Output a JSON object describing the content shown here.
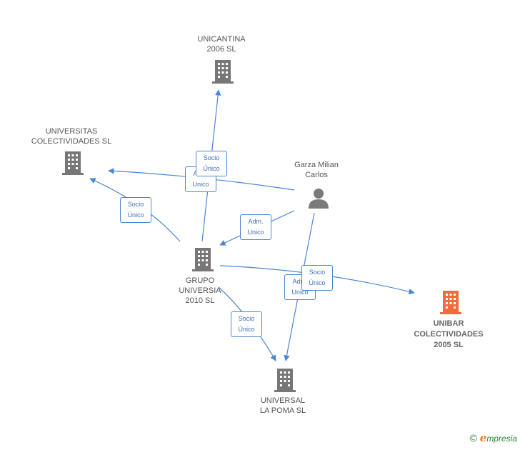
{
  "colors": {
    "edge": "#4a86d6",
    "company": "#777777",
    "highlight": "#f26b3a",
    "person": "#7a7a7a",
    "brand_green": "#2a8a3a",
    "brand_orange": "#f07a1a"
  },
  "nodes": {
    "unicantina": {
      "lines": [
        "UNICANTINA",
        "2006 SL"
      ],
      "icon": "building-icon"
    },
    "universitas": {
      "lines": [
        "UNIVERSITAS",
        "COLECTIVIDADES SL"
      ],
      "icon": "building-icon"
    },
    "garza": {
      "lines": [
        "Garza Milian",
        "Carlos"
      ],
      "icon": "person-icon"
    },
    "grupo": {
      "lines": [
        "GRUPO",
        "UNIVERSIA",
        "2010 SL"
      ],
      "icon": "building-icon"
    },
    "unibar": {
      "lines": [
        "UNIBAR",
        "COLECTIVIDADES",
        "2005 SL"
      ],
      "icon": "building-icon"
    },
    "universal": {
      "lines": [
        "UNIVERSAL",
        "LA POMA SL"
      ],
      "icon": "building-icon"
    }
  },
  "badges": {
    "b1": [
      "Socio",
      "Único"
    ],
    "b2": [
      "Adm.",
      "Unico"
    ],
    "b3": [
      "Socio",
      "Único"
    ],
    "b4": [
      "Adm.",
      "Unico"
    ],
    "b5": [
      "Adm.",
      "Unico"
    ],
    "b6": [
      "Socio",
      "Único"
    ],
    "b7": [
      "Socio",
      "Único"
    ]
  },
  "footer": {
    "copyright": "©",
    "brand_e": "e",
    "brand_rest": "mpresia"
  }
}
